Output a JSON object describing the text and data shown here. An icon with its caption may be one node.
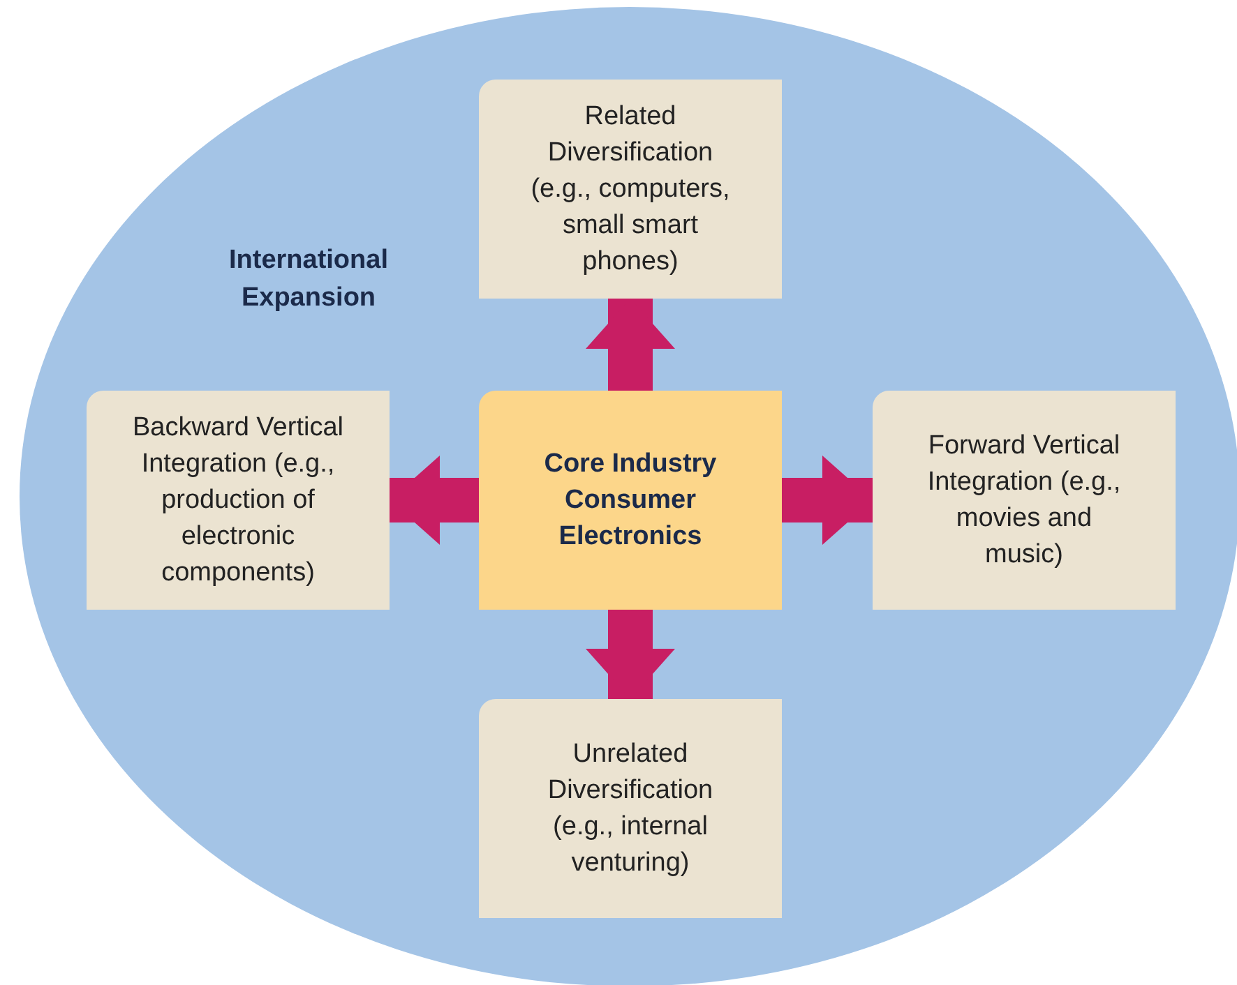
{
  "diagram": {
    "nodes": [
      {
        "text": [
          "International Expansion"
        ]
      },
      {
        "text": [
          "Related Diversification (e.g., computers, small smart phones)"
        ],
        "in": 0
      },
      {
        "text": [
          "Backward Vertical Integration (e.g., production of electronic components)"
        ],
        "in": 0
      },
      {
        "text": [
          "Core Industry Consumer Electronics"
        ],
        "in": 0
      },
      {
        "text": [
          "Forward Vertical Integration (e.g., movies and music)"
        ],
        "in": 0
      },
      {
        "text": [
          "Unrelated Diversification (e.g., internal venturing)"
        ],
        "in": 0
      }
    ],
    "edges": [
      {
        "from": 3,
        "to": 1,
        "arrow": "to"
      },
      {
        "from": 3,
        "to": 2,
        "arrow": "to"
      },
      {
        "from": 3,
        "to": 4,
        "arrow": "to"
      },
      {
        "from": 3,
        "to": 5,
        "arrow": "to"
      }
    ]
  }
}
